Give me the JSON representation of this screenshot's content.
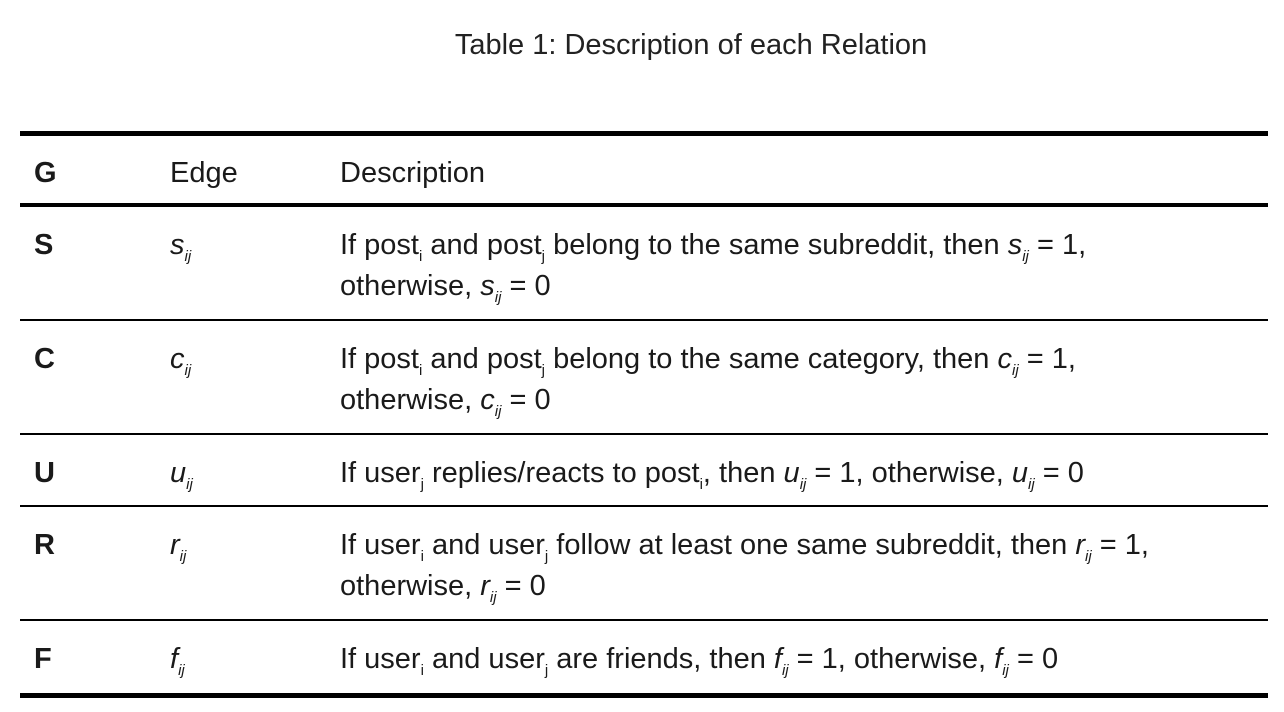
{
  "caption": "Table 1: Description of each Relation",
  "header": {
    "g": "G",
    "edge": "Edge",
    "description": "Description"
  },
  "rows": [
    {
      "g": "S",
      "edge_base": "s",
      "edge_sub": "ij",
      "desc": {
        "p1": "If post",
        "s1": "i",
        "p2": " and post",
        "s2": "j",
        "p3": " belong to the same subreddit, then ",
        "v1": "s",
        "v1s": "ij",
        "p4": " = 1,",
        "p5": "otherwise, ",
        "v2": "s",
        "v2s": "ij",
        "p6": " = 0"
      }
    },
    {
      "g": "C",
      "edge_base": "c",
      "edge_sub": "ij",
      "desc": {
        "p1": "If post",
        "s1": "i",
        "p2": " and post",
        "s2": "j",
        "p3": " belong to the same category, then ",
        "v1": "c",
        "v1s": "ij",
        "p4": " = 1,",
        "p5": "otherwise, ",
        "v2": "c",
        "v2s": "ij",
        "p6": " = 0"
      }
    },
    {
      "g": "U",
      "edge_base": "u",
      "edge_sub": "ij",
      "desc": {
        "p1": "If user",
        "s1": "j",
        "p2": " replies/reacts to post",
        "s2": "i",
        "p3": ", then ",
        "v1": "u",
        "v1s": "ij",
        "p4": " = 1, otherwise, ",
        "v2": "u",
        "v2s": "ij",
        "p5": " = 0"
      }
    },
    {
      "g": "R",
      "edge_base": "r",
      "edge_sub": "ij",
      "desc": {
        "p1": "If user",
        "s1": "i",
        "p2": " and user",
        "s2": "j",
        "p3": " follow at least one same subreddit, then ",
        "v1": "r",
        "v1s": "ij",
        "p4": " = 1,",
        "p5": "otherwise, ",
        "v2": "r",
        "v2s": "ij",
        "p6": " = 0"
      }
    },
    {
      "g": "F",
      "edge_base": "f",
      "edge_sub": "ij",
      "desc": {
        "p1": "If user",
        "s1": "i",
        "p2": " and user",
        "s2": "j",
        "p3": " are friends, then ",
        "v1": "f",
        "v1s": "ij",
        "p4": " = 1, otherwise, ",
        "v2": "f",
        "v2s": "ij",
        "p5": " = 0"
      }
    }
  ]
}
